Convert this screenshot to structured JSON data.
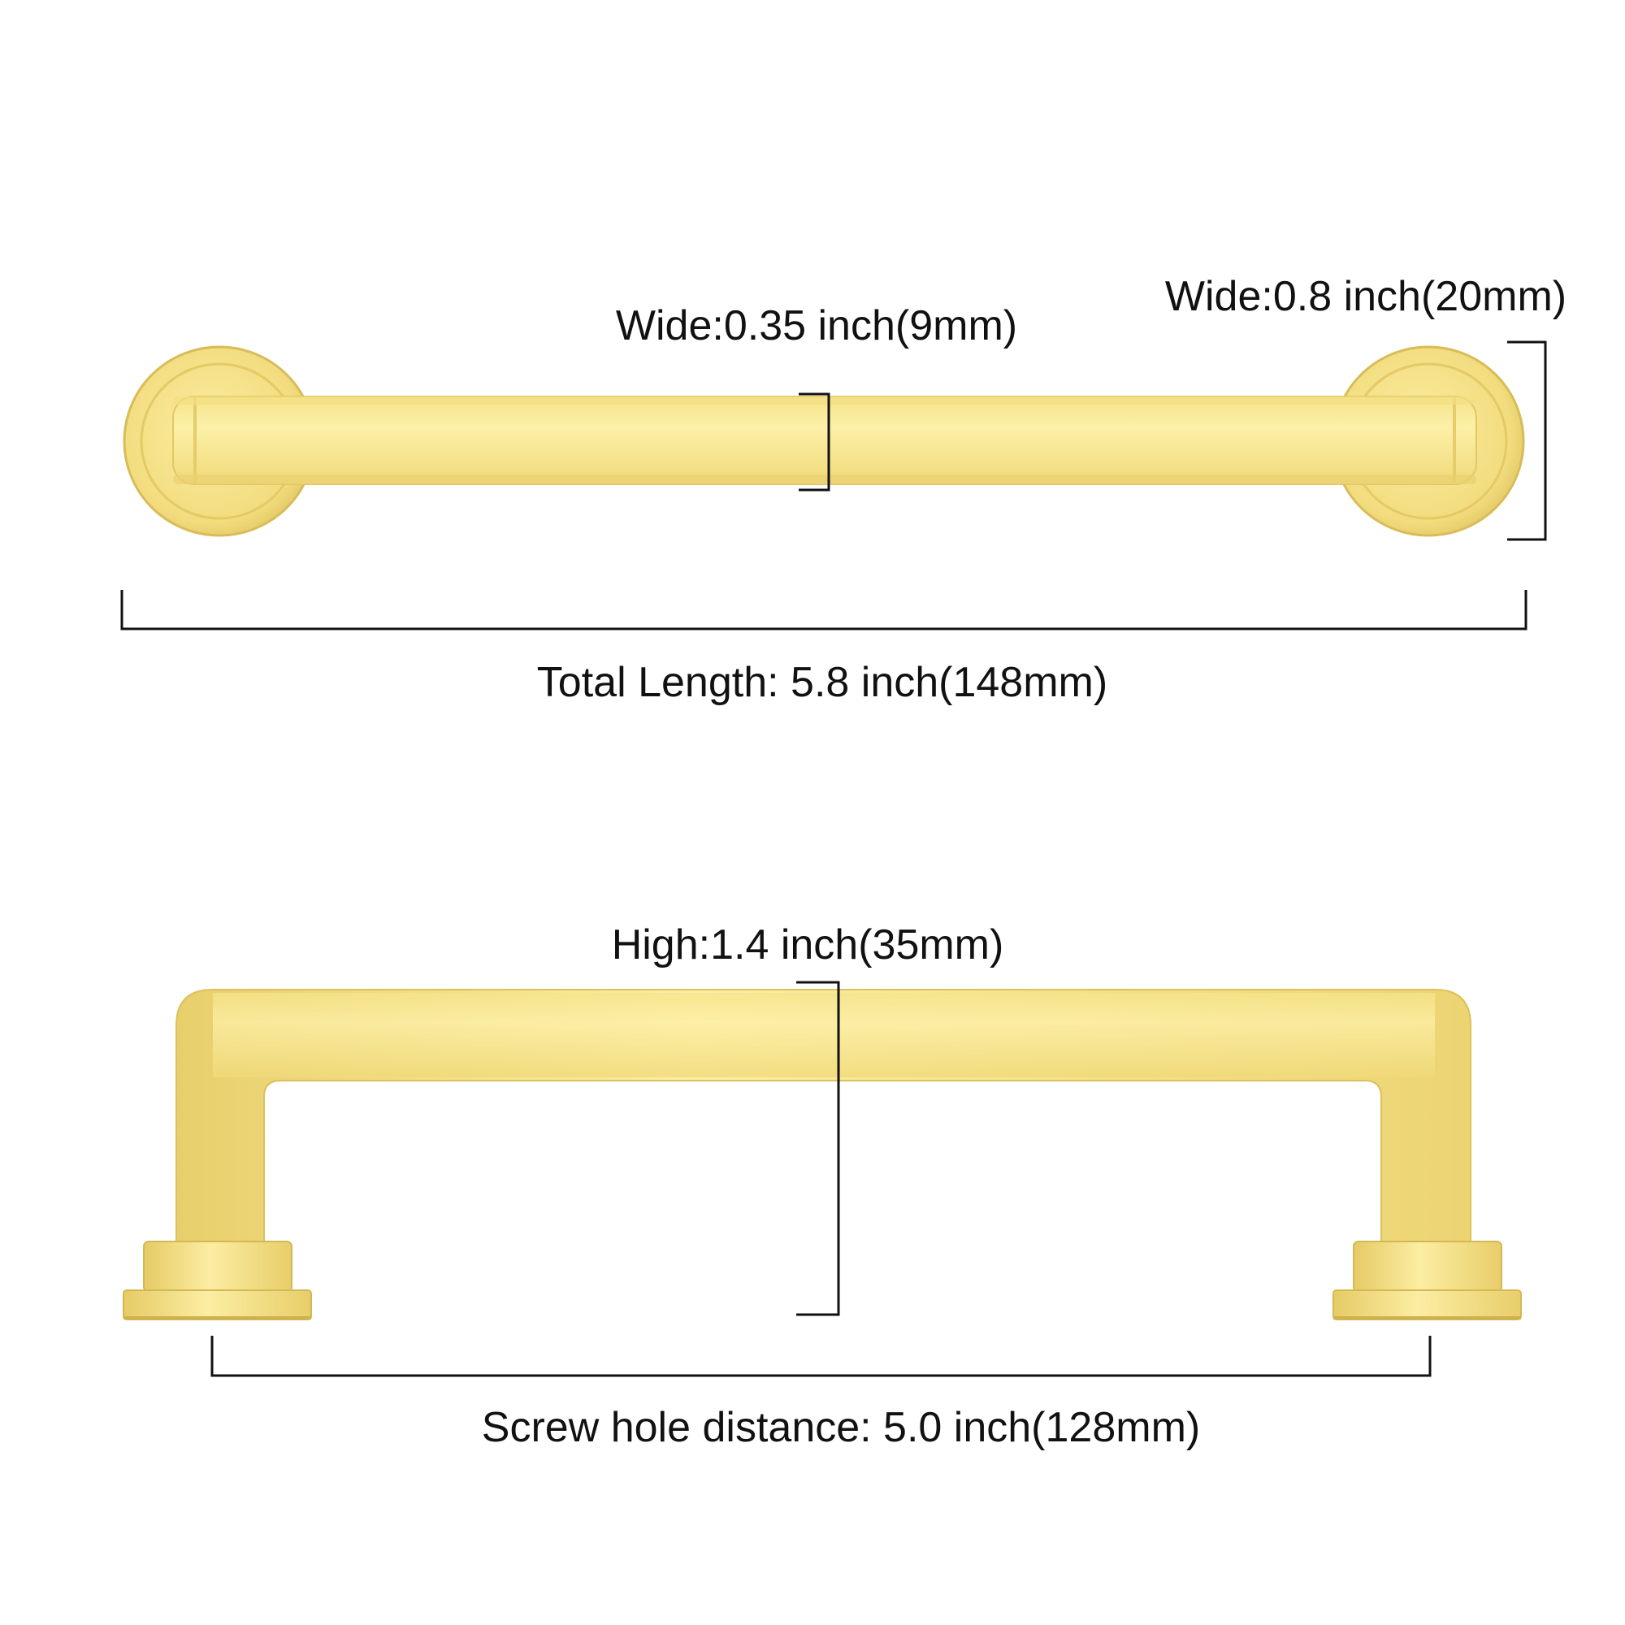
{
  "labels": {
    "bar_width": "Wide:0.35 inch(9mm)",
    "base_width": "Wide:0.8 inch(20mm)",
    "total_length": "Total Length: 5.8 inch(148mm)",
    "height": "High:1.4 inch(35mm)",
    "screw_hole_distance": "Screw hole distance: 5.0 inch(128mm)"
  },
  "colors": {
    "gold_light": "#fbeea4",
    "gold_mid": "#f2dc7c",
    "gold_dark": "#dcc15a",
    "gold_edge": "#c9ad4a",
    "ink": "#111111"
  }
}
